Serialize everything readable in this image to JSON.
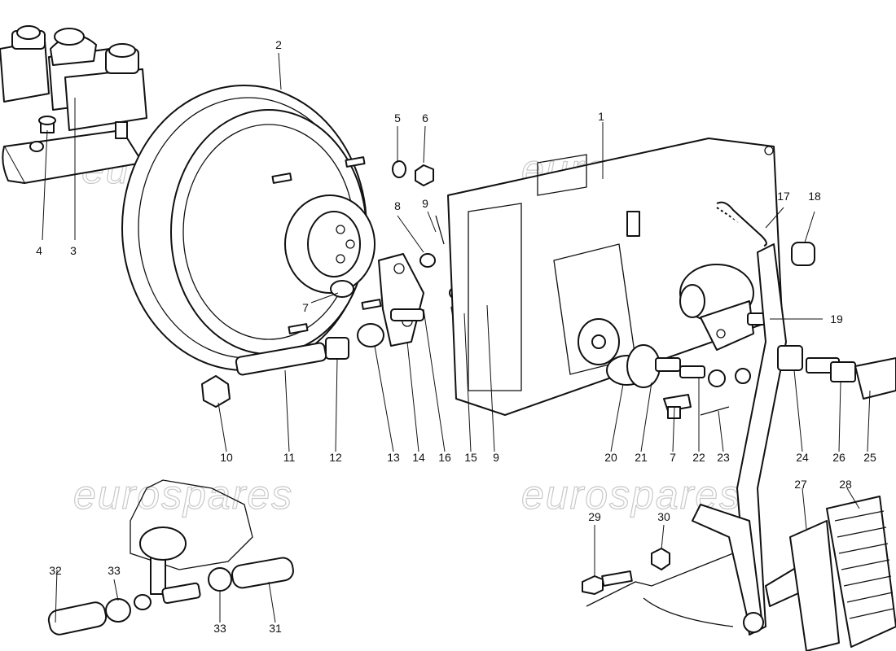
{
  "watermark": "eurospares",
  "callouts": [
    "1",
    "2",
    "3",
    "4",
    "5",
    "6",
    "7",
    "8",
    "9",
    "10",
    "11",
    "12",
    "13",
    "14",
    "15",
    "16",
    "9",
    "17",
    "18",
    "19",
    "20",
    "21",
    "7",
    "22",
    "23",
    "24",
    "26",
    "25",
    "27",
    "28",
    "29",
    "30",
    "31",
    "32",
    "33",
    "33"
  ]
}
